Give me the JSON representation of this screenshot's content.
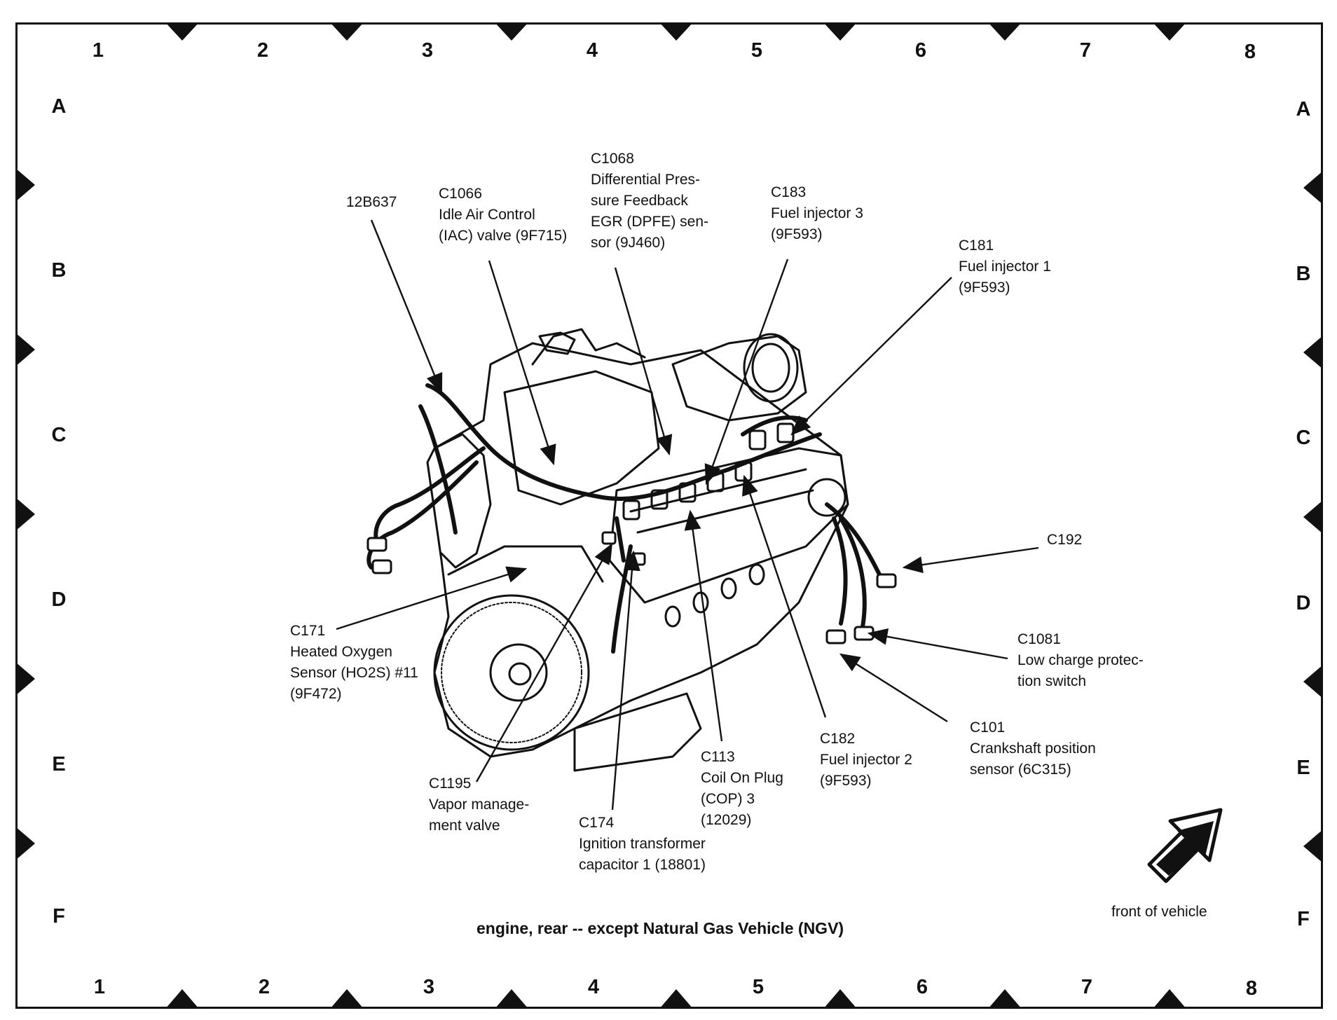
{
  "grid": {
    "columns": [
      "1",
      "2",
      "3",
      "4",
      "5",
      "6",
      "7",
      "8"
    ],
    "rows": [
      "A",
      "B",
      "C",
      "D",
      "E",
      "F"
    ]
  },
  "caption": "engine, rear -- except Natural Gas Vehicle (NGV)",
  "front_label": "front of vehicle",
  "callouts": {
    "c12b637": {
      "lines": [
        "12B637"
      ]
    },
    "c1066": {
      "lines": [
        "C1066",
        "Idle Air Control",
        "(IAC) valve (9F715)"
      ]
    },
    "c1068": {
      "lines": [
        "C1068",
        "Differential Pres-",
        "sure Feedback",
        "EGR (DPFE) sen-",
        "sor (9J460)"
      ]
    },
    "c183": {
      "lines": [
        "C183",
        "Fuel injector 3",
        "(9F593)"
      ]
    },
    "c181": {
      "lines": [
        "C181",
        "Fuel injector 1",
        "(9F593)"
      ]
    },
    "c192": {
      "lines": [
        "C192"
      ]
    },
    "c1081": {
      "lines": [
        "C1081",
        "Low charge protec-",
        "tion switch"
      ]
    },
    "c101": {
      "lines": [
        "C101",
        "Crankshaft position",
        "sensor (6C315)"
      ]
    },
    "c182": {
      "lines": [
        "C182",
        "Fuel injector 2",
        "(9F593)"
      ]
    },
    "c113": {
      "lines": [
        "C113",
        "Coil On Plug",
        "(COP) 3",
        "(12029)"
      ]
    },
    "c174": {
      "lines": [
        "C174",
        "Ignition transformer",
        "capacitor 1 (18801)"
      ]
    },
    "c1195": {
      "lines": [
        "C1195",
        "Vapor manage-",
        "ment valve"
      ]
    },
    "c171": {
      "lines": [
        "C171",
        "Heated Oxygen",
        "Sensor (HO2S) #11",
        "(9F472)"
      ]
    }
  }
}
